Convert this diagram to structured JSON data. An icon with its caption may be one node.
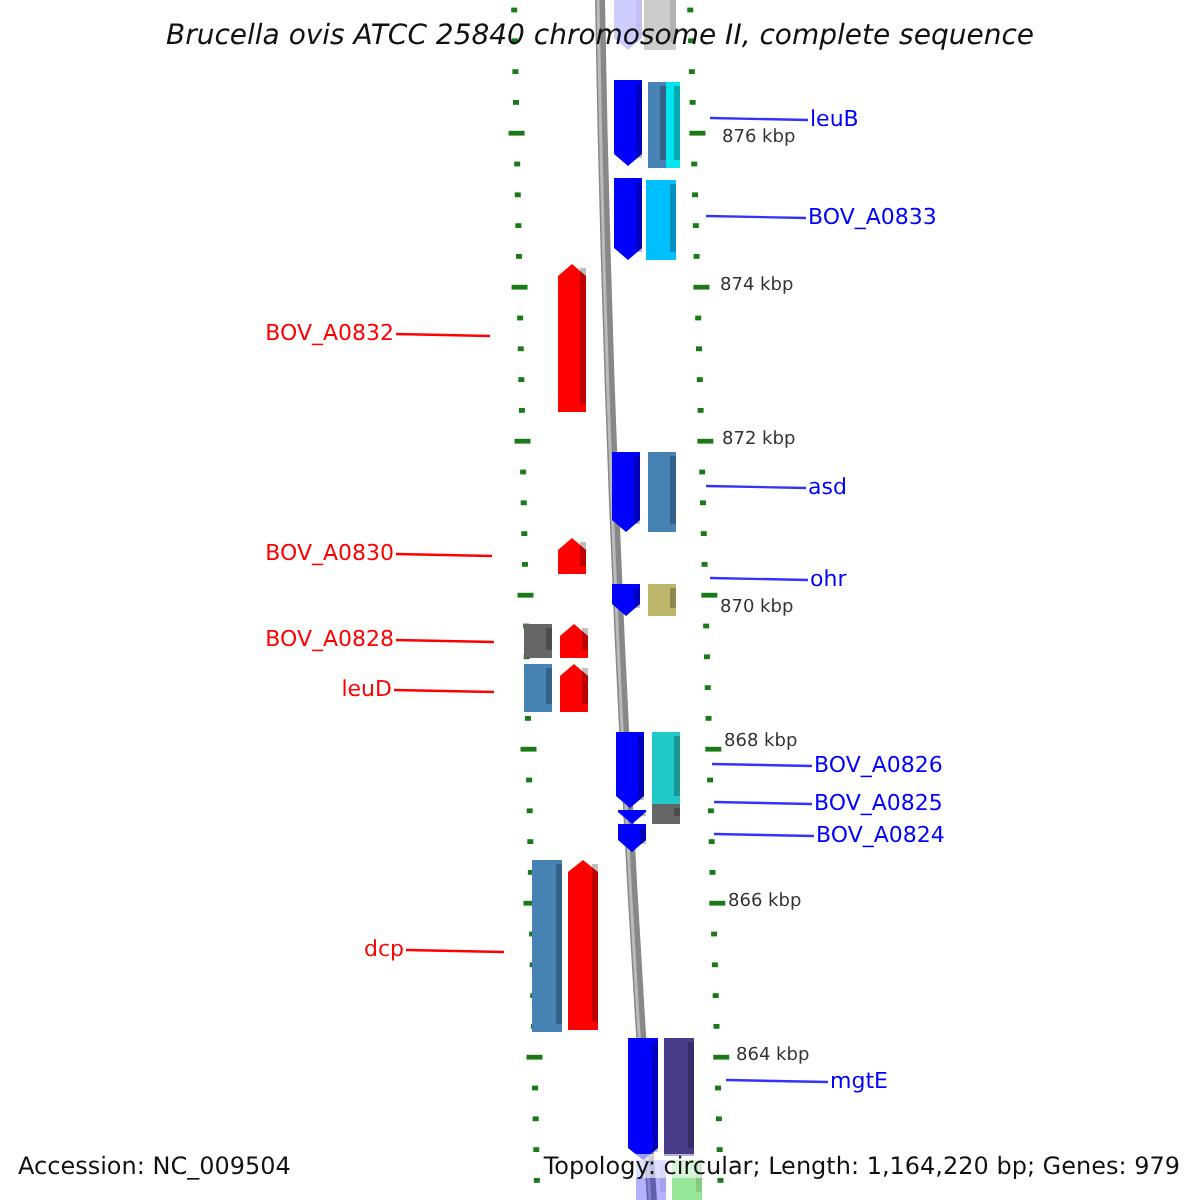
{
  "diagram": {
    "title": "Brucella ovis ATCC 25840 chromosome II, complete sequence",
    "nodes": [
      {
        "text": [
          "leuB"
        ]
      },
      {
        "text": [
          "BOV_A0833"
        ]
      },
      {
        "text": [
          "BOV_A0832"
        ]
      },
      {
        "text": [
          "asd"
        ]
      },
      {
        "text": [
          "BOV_A0830"
        ]
      },
      {
        "text": [
          "ohr"
        ]
      },
      {
        "text": [
          "BOV_A0828"
        ]
      },
      {
        "text": [
          "leuD"
        ]
      },
      {
        "text": [
          "BOV_A0826"
        ]
      },
      {
        "text": [
          "BOV_A0825"
        ]
      },
      {
        "text": [
          "BOV_A0824"
        ]
      },
      {
        "text": [
          "dcp"
        ]
      },
      {
        "text": [
          "mgtE"
        ]
      }
    ],
    "edges": [
      {
        "from": 0,
        "to": null,
        "arrow": "none"
      },
      {
        "from": 1,
        "to": null,
        "arrow": "none"
      },
      {
        "from": 2,
        "to": null,
        "arrow": "none",
        "color": "#ff0000"
      },
      {
        "from": 3,
        "to": null,
        "arrow": "none"
      },
      {
        "from": 4,
        "to": null,
        "arrow": "none",
        "color": "#ff0000"
      },
      {
        "from": 5,
        "to": null,
        "arrow": "none"
      },
      {
        "from": 6,
        "to": null,
        "arrow": "none",
        "color": "#ff0000"
      },
      {
        "from": 7,
        "to": null,
        "arrow": "none",
        "color": "#ff0000"
      },
      {
        "from": 8,
        "to": null,
        "arrow": "none"
      },
      {
        "from": 9,
        "to": null,
        "arrow": "none"
      },
      {
        "from": 10,
        "to": null,
        "arrow": "none"
      },
      {
        "from": 11,
        "to": null,
        "arrow": "none",
        "color": "#ff0000"
      },
      {
        "from": 12,
        "to": null,
        "arrow": "none"
      }
    ],
    "labels": [
      "876 kbp",
      "874 kbp",
      "872 kbp",
      "870 kbp",
      "868 kbp",
      "866 kbp",
      "864 kbp",
      "Accession: NC_009504",
      "Topology: circular; Length: 1,164,220 bp; Genes: 979"
    ]
  }
}
